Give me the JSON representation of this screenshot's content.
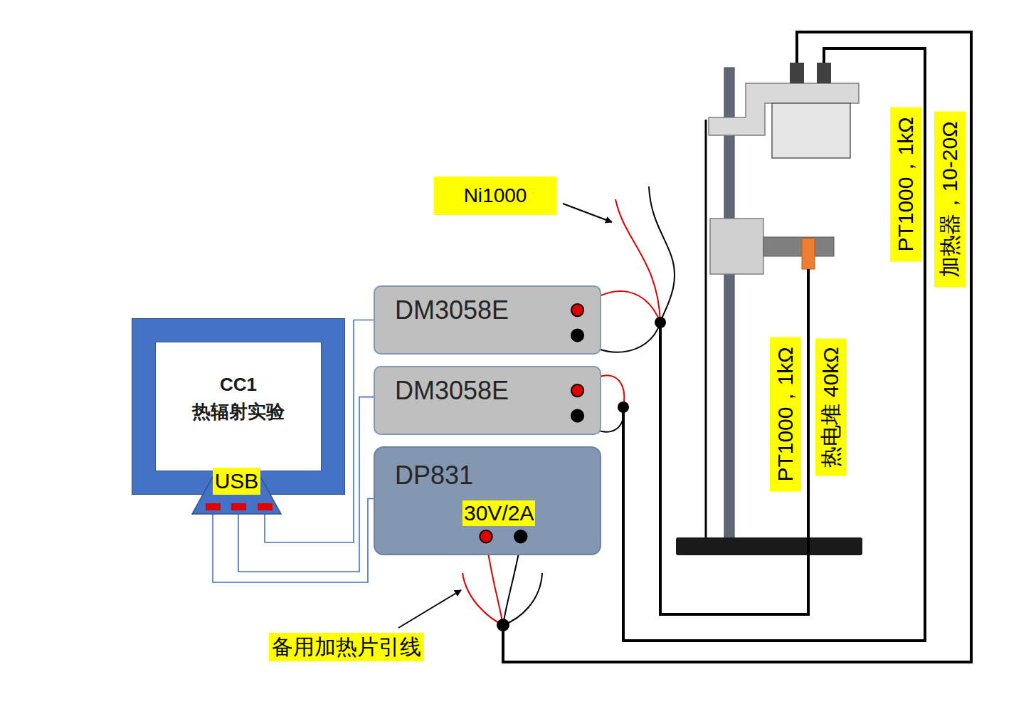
{
  "diagram": {
    "nodes": [
      {
        "text": [
          "CC1",
          "热辐射实验"
        ]
      },
      {
        "text": [
          "USB"
        ]
      },
      {
        "text": [
          "DM3058E"
        ]
      },
      {
        "text": [
          "DM3058E"
        ]
      },
      {
        "text": [
          "DP831",
          "30V/2A"
        ]
      }
    ],
    "edges": [
      {
        "from": 1,
        "to": 2,
        "arrow": "none"
      },
      {
        "from": 1,
        "to": 3,
        "arrow": "none"
      },
      {
        "from": 1,
        "to": 4,
        "arrow": "none"
      }
    ],
    "labels": [
      "Ni1000",
      "PT1000，1kΩ",
      "加热器，10-20Ω",
      "PT1000，1kΩ",
      "热电堆 40kΩ",
      "备用加热片引线"
    ]
  }
}
